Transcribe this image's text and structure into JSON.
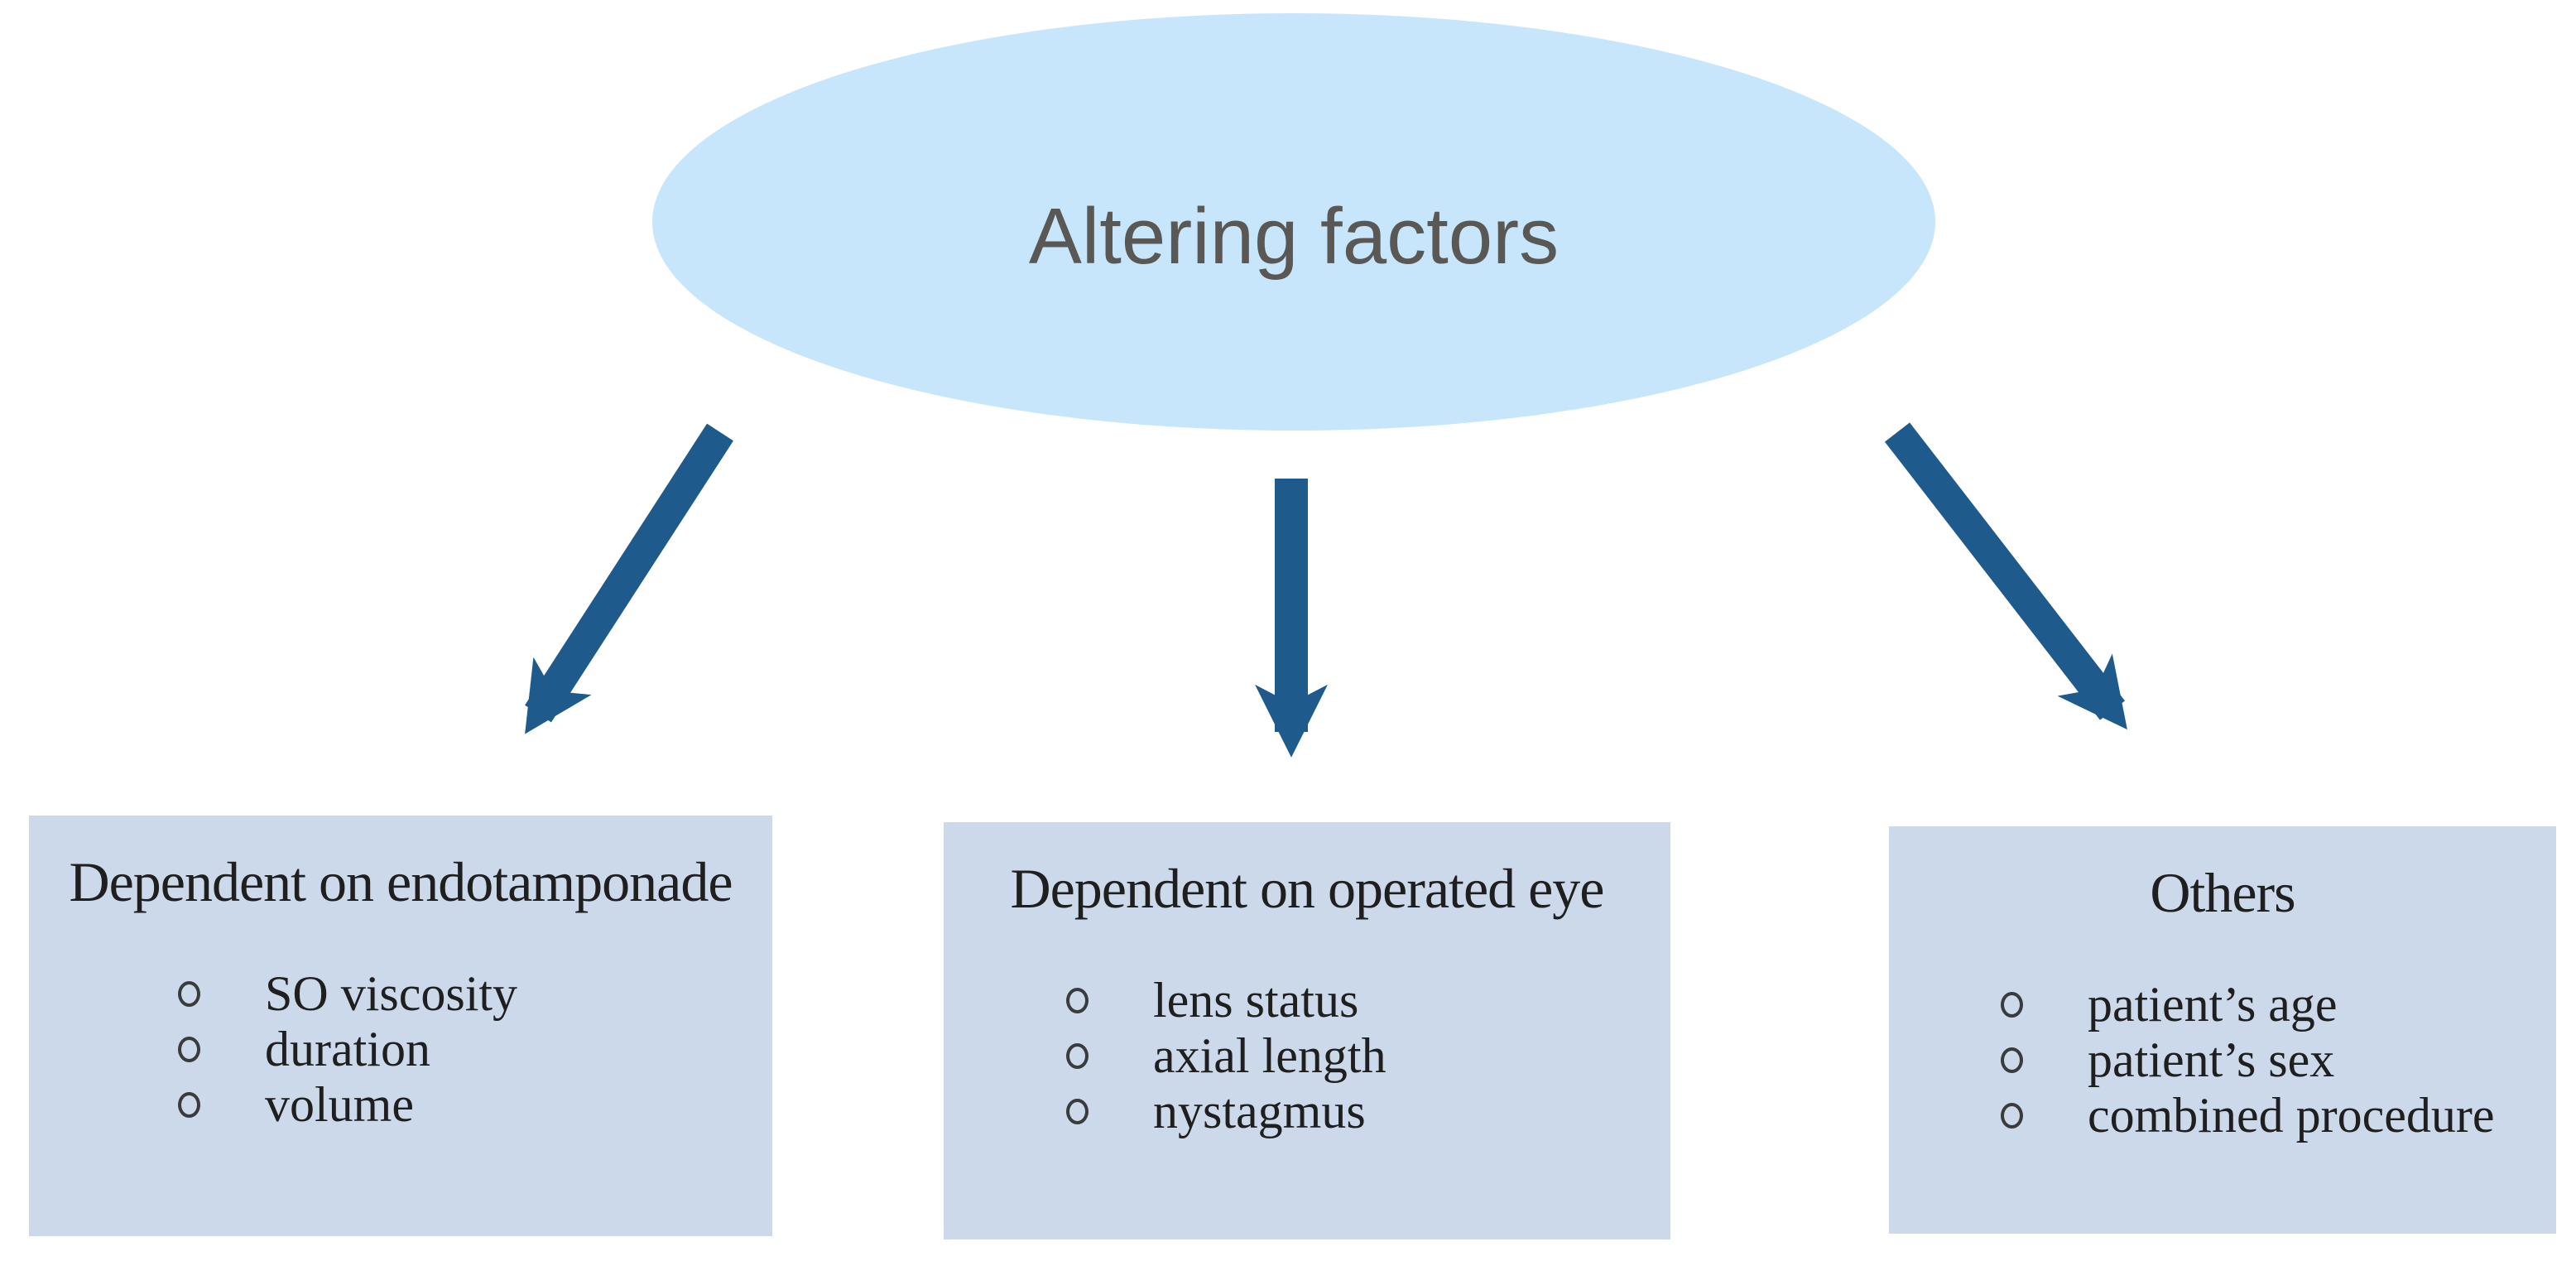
{
  "figure": {
    "root": {
      "label": "Altering factors"
    },
    "branches": [
      {
        "title": "Dependent on endotamponade",
        "items": [
          "SO viscosity",
          "duration",
          "volume"
        ]
      },
      {
        "title": "Dependent on operated eye",
        "items": [
          "lens status",
          "axial length",
          "nystagmus"
        ]
      },
      {
        "title": "Others",
        "items": [
          "patient’s age",
          "patient’s sex",
          "combined procedure"
        ]
      }
    ],
    "icons": {
      "bullet": "hollow-circle-bullet",
      "connector": "thick-down-arrow"
    },
    "colors": {
      "ellipse_fill": "#c8e6fb",
      "box_fill": "#ccd9ea",
      "arrow": "#1f5a8c",
      "root_text": "#595855",
      "box_text": "#1f1f1f"
    }
  }
}
